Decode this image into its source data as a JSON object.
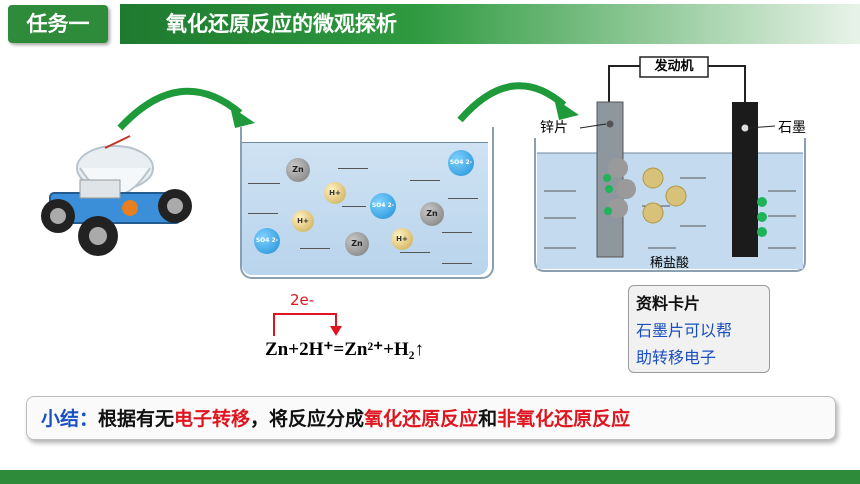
{
  "header": {
    "task_tag": "任务一",
    "title": "氧化还原反应的微观探析"
  },
  "beaker1": {
    "ions": [
      {
        "type": "zn",
        "label": "Zn"
      },
      {
        "type": "h",
        "label": "H+"
      },
      {
        "type": "so4",
        "label": "SO4 2-"
      },
      {
        "type": "h",
        "label": "H+"
      },
      {
        "type": "so4",
        "label": "SO4 2-"
      },
      {
        "type": "zn",
        "label": "Zn"
      },
      {
        "type": "so4",
        "label": "SO4 2-"
      },
      {
        "type": "zn",
        "label": "Zn"
      },
      {
        "type": "h",
        "label": "H+"
      }
    ]
  },
  "cell": {
    "generator_label": "发动机",
    "zinc_label": "锌片",
    "graphite_label": "石墨",
    "acid_label": "稀盐酸"
  },
  "equation": {
    "electron_label": "2e-",
    "text": "Zn+2H⁺=Zn²⁺+H₂↑"
  },
  "info_card": {
    "title": "资料卡片",
    "line1": "石墨片可以帮",
    "line2": "助转移电子"
  },
  "summary": {
    "prefix": "小结：",
    "part1": "根据有无",
    "highlight1": "电子转移",
    "part2": "，将反应分成",
    "highlight2": "氧化还原反应",
    "part3": "和",
    "highlight3": "非氧化还原反应"
  },
  "colors": {
    "brand_green": "#2e8b3a",
    "highlight_red": "#e0141e",
    "summary_blue": "#1a4fbf",
    "info_blue": "#1a4fbf"
  }
}
